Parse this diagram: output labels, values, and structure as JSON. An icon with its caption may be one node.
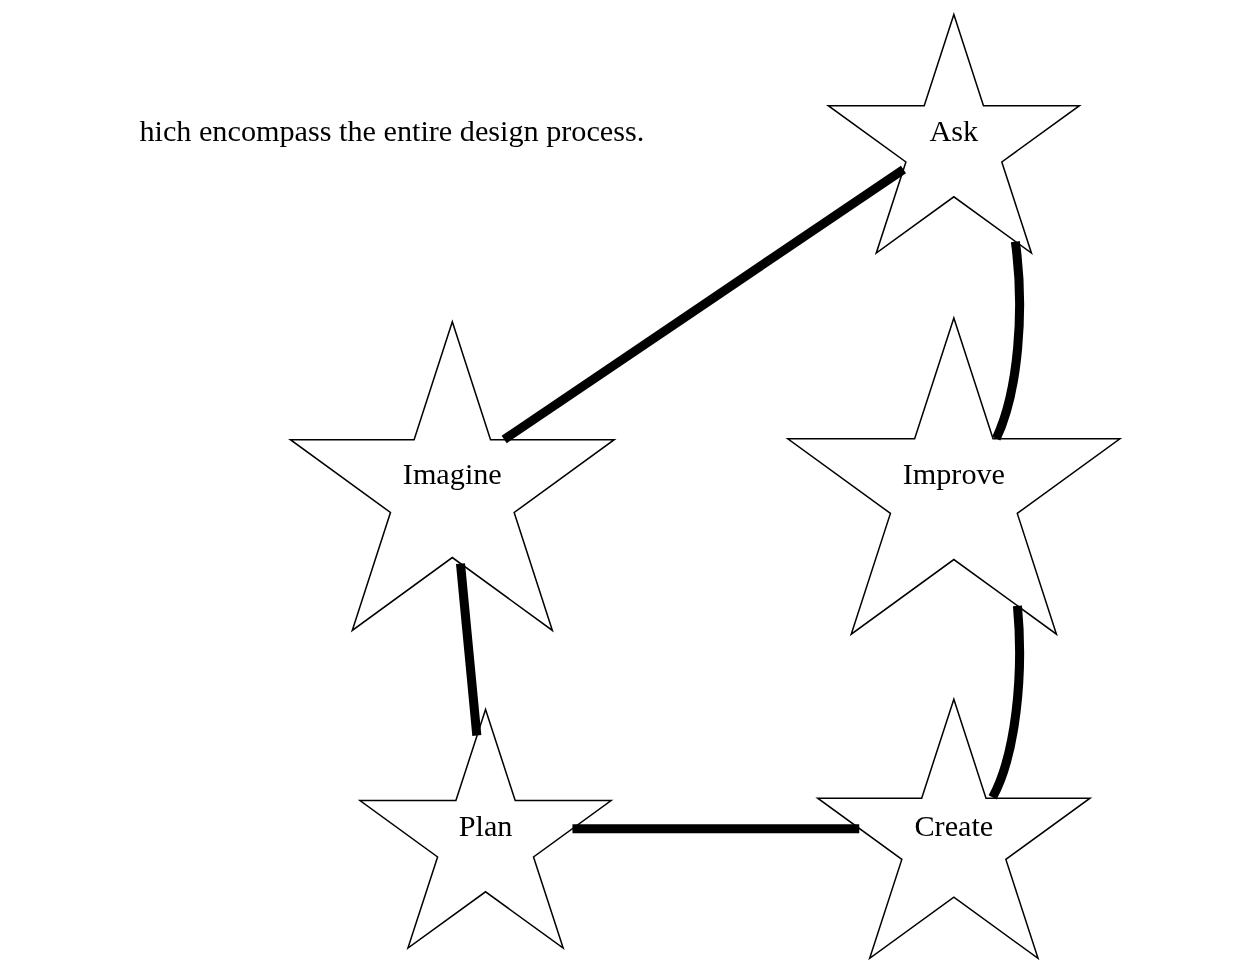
{
  "diagram": {
    "nodes": [
      {
        "text": [
          "Ask"
        ]
      },
      {
        "text": [
          "Imagine"
        ]
      },
      {
        "text": [
          "Plan"
        ]
      },
      {
        "text": [
          "Create"
        ]
      },
      {
        "text": [
          "Improve"
        ]
      }
    ],
    "edges": [
      {
        "from": 0,
        "to": 1,
        "arrow": "none"
      },
      {
        "from": 1,
        "to": 2,
        "arrow": "none"
      },
      {
        "from": 2,
        "to": 3,
        "arrow": "none"
      },
      {
        "from": 3,
        "to": 4,
        "arrow": "none"
      },
      {
        "from": 4,
        "to": 0,
        "arrow": "none"
      }
    ],
    "labels": [
      "hich encompass the entire design process."
    ]
  }
}
